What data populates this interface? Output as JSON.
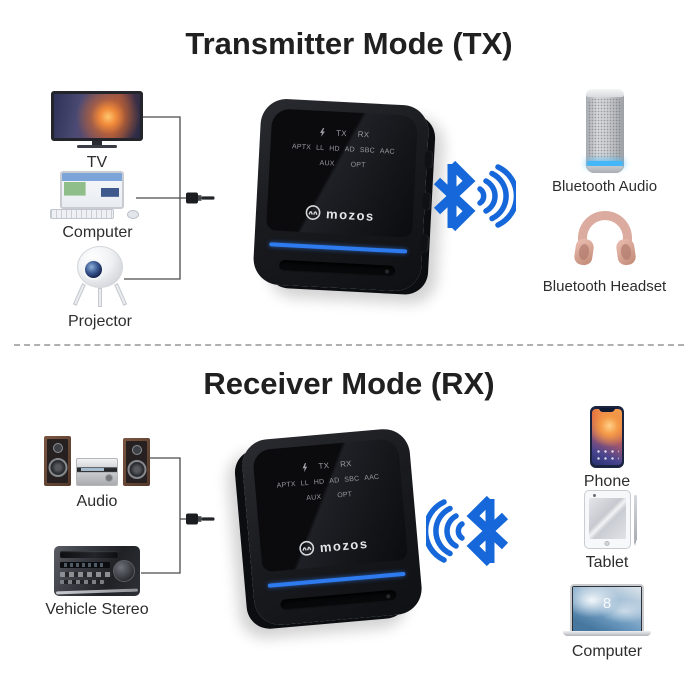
{
  "tx": {
    "title": "Transmitter Mode (TX)",
    "sources": [
      {
        "id": "tv",
        "label": "TV"
      },
      {
        "id": "computer",
        "label": "Computer"
      },
      {
        "id": "projector",
        "label": "Projector"
      }
    ],
    "targets": [
      {
        "id": "bluetooth-audio",
        "label": "Bluetooth Audio"
      },
      {
        "id": "bluetooth-headset",
        "label": "Bluetooth Headset"
      }
    ]
  },
  "rx": {
    "title": "Receiver Mode (RX)",
    "sources": [
      {
        "id": "audio",
        "label": "Audio"
      },
      {
        "id": "vehicle-stereo",
        "label": "Vehicle Stereo"
      }
    ],
    "targets": [
      {
        "id": "phone",
        "label": "Phone"
      },
      {
        "id": "tablet",
        "label": "Tablet"
      },
      {
        "id": "laptop",
        "label": "Computer"
      }
    ]
  },
  "device": {
    "brand": "mozos",
    "indicators": {
      "row1": [
        "TX",
        "RX"
      ],
      "row2": [
        "APTX",
        "LL",
        "HD",
        "AD",
        "SBC",
        "AAC"
      ],
      "row3": [
        "AUX",
        "OPT"
      ]
    }
  },
  "laptop_screen_text": "8",
  "colors": {
    "bluetooth_blue": "#1667d9",
    "accent_stripe": "#2e7bf0",
    "speaker_glow": "#45b6f7",
    "headset_rosegold": "#dcab9f"
  }
}
